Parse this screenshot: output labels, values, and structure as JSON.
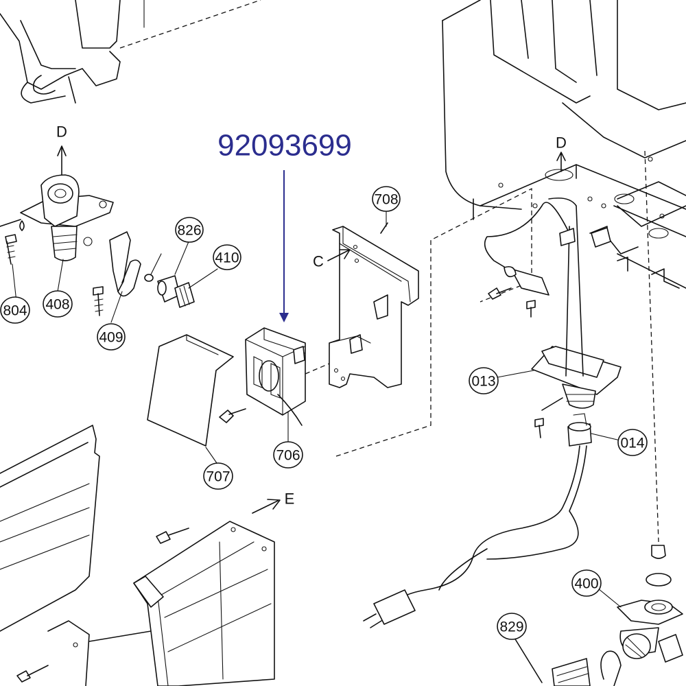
{
  "highlight": {
    "part_number": "92093699",
    "color": "#2b2d8e"
  },
  "callouts": {
    "c708": "708",
    "c826": "826",
    "c410": "410",
    "c804": "804",
    "c408": "408",
    "c409": "409",
    "c013": "013",
    "c014": "014",
    "c706": "706",
    "c707": "707",
    "c400": "400",
    "c829": "829"
  },
  "view_letters": {
    "d_left": "D",
    "d_right": "D",
    "c": "C",
    "e": "E"
  }
}
